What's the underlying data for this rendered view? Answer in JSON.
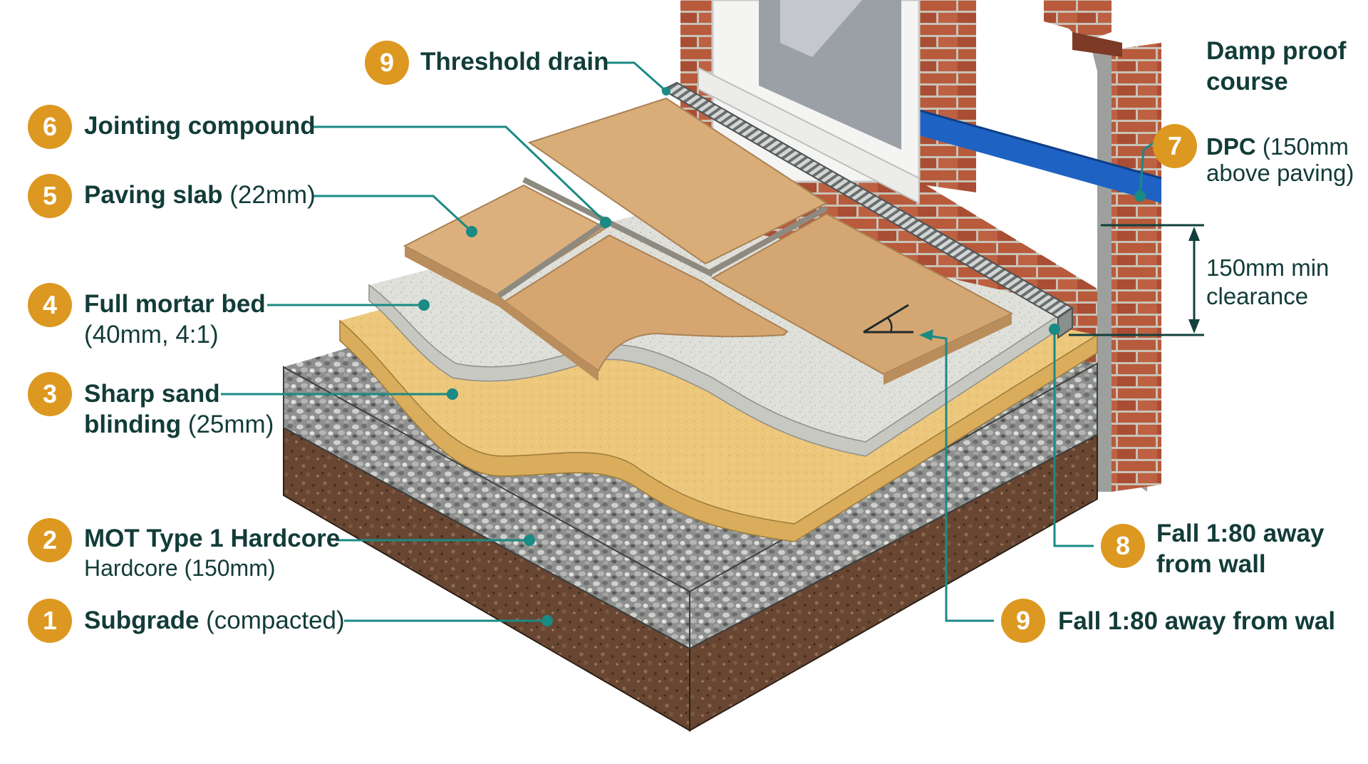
{
  "colors": {
    "accent_badge": "#dc9820",
    "leader_line": "#1a8a84",
    "label_text": "#123c38",
    "dpc_band": "#1e63c4",
    "brick": "#b4583c",
    "paving": "#d9ad78",
    "mortar": "#dcddd6",
    "sand": "#edc679",
    "hardcore": "#9a9c9c",
    "subgrade": "#6a4a34"
  },
  "callouts": [
    {
      "id": "subgrade",
      "number": "1",
      "bold": "Subgrade",
      "normal": "(compacted)"
    },
    {
      "id": "hardcore",
      "number": "2",
      "bold": "MOT Type 1 Hardcore",
      "line2": "Hardcore (150mm)"
    },
    {
      "id": "sand",
      "number": "3",
      "bold": "Sharp sand",
      "bold2": "blinding",
      "normal2": "(25mm)"
    },
    {
      "id": "mortar",
      "number": "4",
      "bold": "Full mortar bed",
      "line2": "(40mm, 4:1)"
    },
    {
      "id": "paving",
      "number": "5",
      "bold": "Paving slab",
      "normal": "(22mm)"
    },
    {
      "id": "jointing",
      "number": "6",
      "bold": "Jointing compound"
    },
    {
      "id": "dpc",
      "number": "7",
      "bold": "DPC",
      "normal": "(150mm",
      "line2": "above paving)"
    },
    {
      "id": "fall-wall",
      "number": "8",
      "bold": "Fall 1:80 away",
      "bold2": "from wall"
    },
    {
      "id": "fall-drain",
      "number": "9",
      "bold": "Fall 1:80 away from wal"
    },
    {
      "id": "threshold",
      "number": "9",
      "bold": "Threshold drain"
    }
  ],
  "annotations": {
    "damp_proof_course": [
      "Damp proof",
      "course"
    ],
    "clearance": [
      "150mm min",
      "clearance"
    ]
  }
}
